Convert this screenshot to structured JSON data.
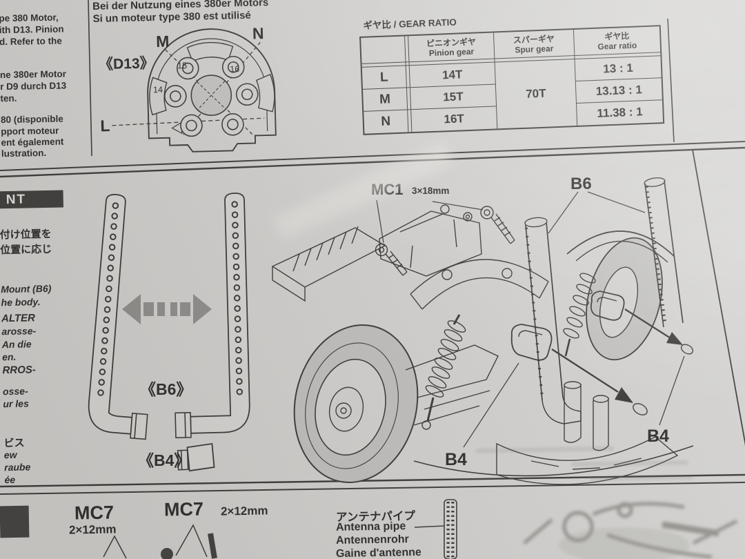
{
  "colors": {
    "paper": "#d6d5d3",
    "ink": "#2e2d2c",
    "arrow_gray": "#8b8a88",
    "header_bar": "#403f3d"
  },
  "sidebar_top": {
    "en_lines": [
      "pe 380 Motor,",
      "ith D13. Pinion",
      "d. Refer to the"
    ],
    "de_lines": [
      "ne 380er Motor",
      "r D9 durch D13",
      "ten."
    ],
    "fr_lines": [
      "80 (disponible",
      "pport moteur",
      "ent également",
      "lustration."
    ]
  },
  "motor_note": {
    "line_de": "Bei der Nutzung eines 380er Motors",
    "line_fr": "Si un moteur type 380 est utilisé"
  },
  "motor_diagram": {
    "part_label": "《D13》",
    "pos_m": "M",
    "pos_n": "N",
    "pos_l": "L",
    "hole_14": "14",
    "hole_15": "15",
    "hole_16": "16"
  },
  "gear_table": {
    "title": "ギヤ比 / GEAR RATIO",
    "headers": {
      "pinion_jp": "ピニオンギヤ",
      "pinion_en": "Pinion gear",
      "spur_jp": "スパーギヤ",
      "spur_en": "Spur gear",
      "ratio_jp": "ギヤ比",
      "ratio_en": "Gear ratio"
    },
    "rows": [
      {
        "pos": "L",
        "pinion": "14T",
        "ratio": "13 : 1"
      },
      {
        "pos": "M",
        "pinion": "15T",
        "ratio": "13.13 : 1"
      },
      {
        "pos": "N",
        "pinion": "16T",
        "ratio": "11.38 : 1"
      }
    ],
    "spur_shared": "70T"
  },
  "sidebar_mid": {
    "header": "NT",
    "jp_lines": [
      "付け位置を",
      "位置に応じ"
    ],
    "en_lines": [
      "Mount (B6)",
      "he body."
    ],
    "de_lines": [
      "ALTER",
      "arosse-",
      "An die",
      "en."
    ],
    "fr_lines": [
      "RROS-",
      "osse-",
      "ur les"
    ],
    "screw_lines": [
      "ビス",
      "ew",
      "raube",
      "ée"
    ]
  },
  "step_diagram": {
    "mc1": "MC1",
    "mc1_size": "3×18mm",
    "b6": "B6",
    "b6_bracket": "《B6》",
    "b4_bracket": "《B4》",
    "b4_left": "B4",
    "b4_right": "B4"
  },
  "bottom": {
    "mc7_a": "MC7",
    "mc7_a_size": "2×12mm",
    "mc7_b": "MC7",
    "mc7_b_size": "2×12mm",
    "antenna_jp": "アンテナパイプ",
    "antenna_en": "Antenna pipe",
    "antenna_de": "Antennenrohr",
    "antenna_fr": "Gaine d'antenne"
  }
}
